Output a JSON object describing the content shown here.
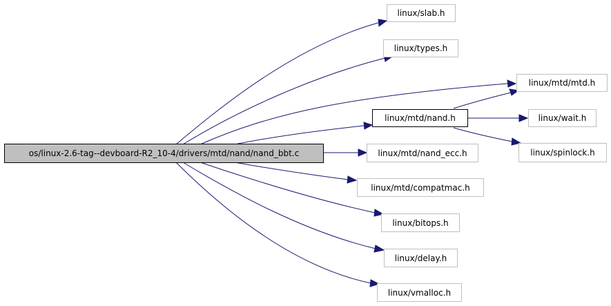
{
  "graph": {
    "colors": {
      "edge": "#191970",
      "main_fill": "#bfbfbf",
      "main_border": "#000000",
      "node_border": "#bfbfbf",
      "linked_border": "#000000"
    },
    "nodes": {
      "main": "os/linux-2.6-tag--devboard-R2_10-4/drivers/mtd/nand/nand_bbt.c",
      "slab": "linux/slab.h",
      "types": "linux/types.h",
      "mtd": "linux/mtd/mtd.h",
      "nand": "linux/mtd/nand.h",
      "wait": "linux/wait.h",
      "spinlock": "linux/spinlock.h",
      "nand_ecc": "linux/mtd/nand_ecc.h",
      "compatmac": "linux/mtd/compatmac.h",
      "bitops": "linux/bitops.h",
      "delay": "linux/delay.h",
      "vmalloc": "linux/vmalloc.h"
    }
  }
}
